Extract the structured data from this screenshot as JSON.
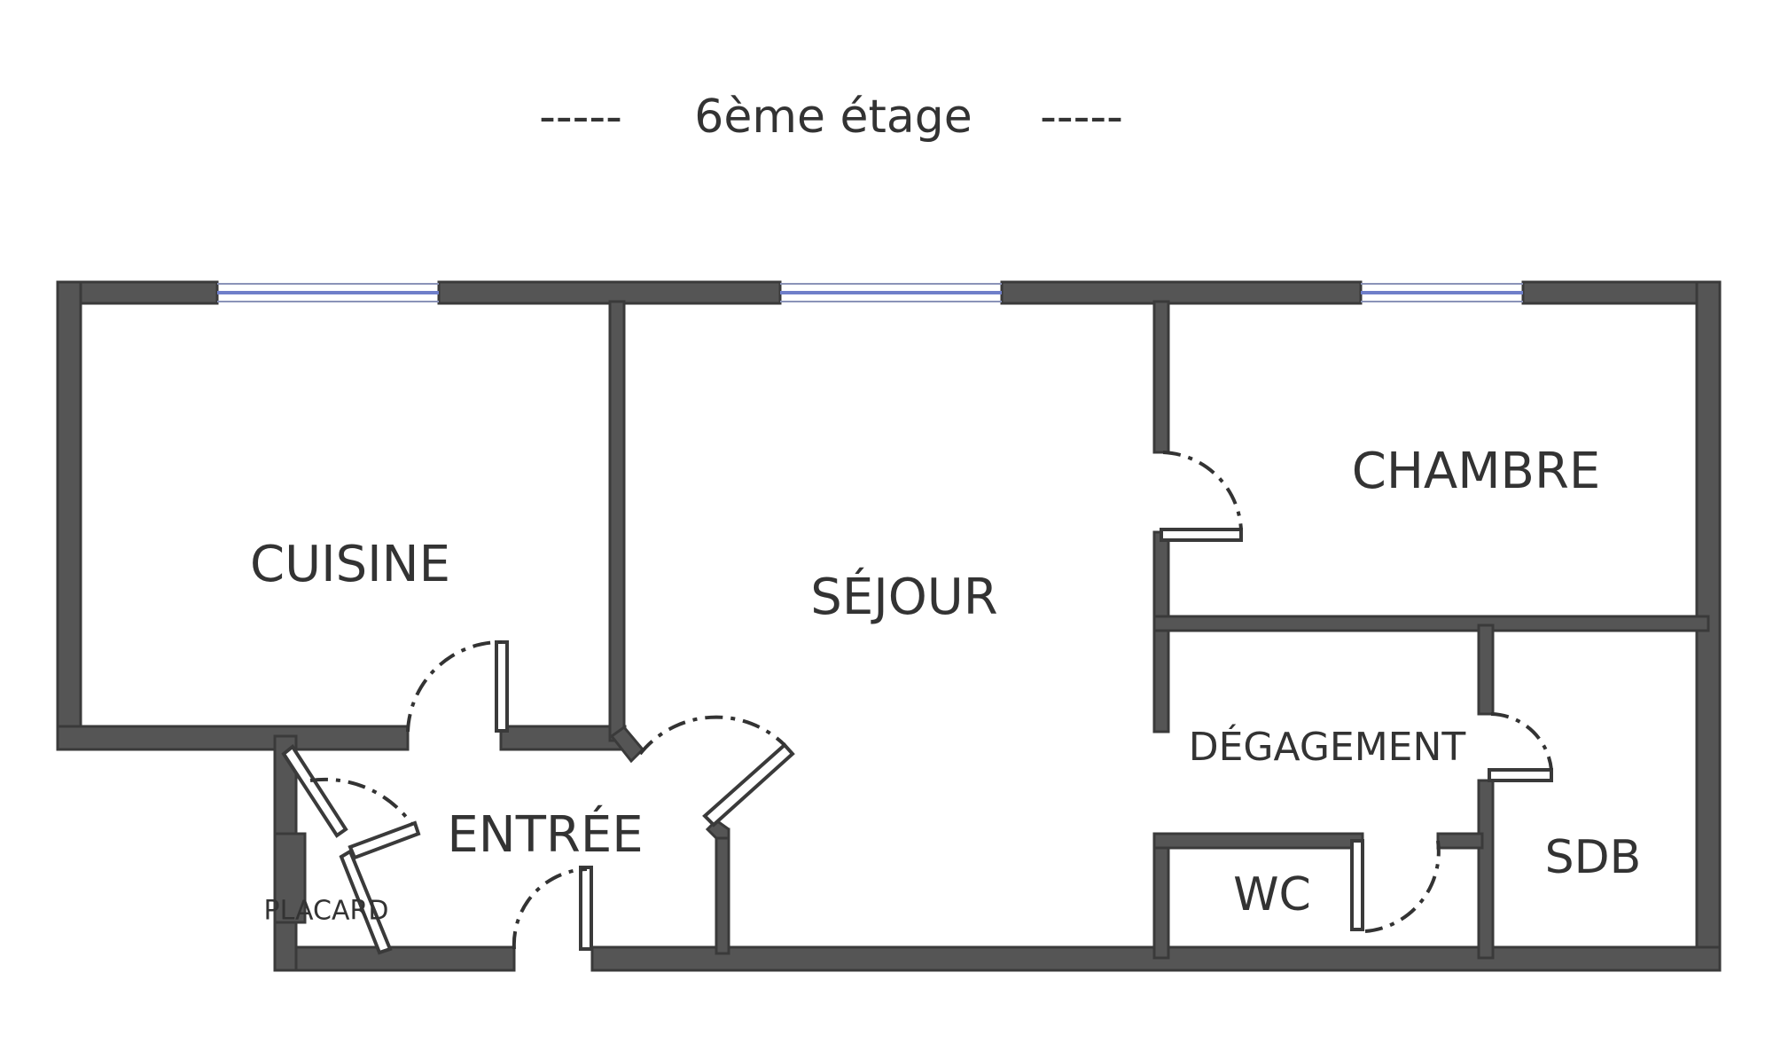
{
  "title": "6ème étage",
  "title_dashes": "-----",
  "rooms": {
    "cuisine": "CUISINE",
    "sejour": "SÉJOUR",
    "chambre": "CHAMBRE",
    "degagement": "DÉGAGEMENT",
    "entree": "ENTRÉE",
    "placard": "PLACARD",
    "wc": "WC",
    "sdb": "SDB"
  },
  "colors": {
    "wall": "#555555",
    "window": "#6f7fc9",
    "text": "#333333",
    "background": "#ffffff"
  }
}
